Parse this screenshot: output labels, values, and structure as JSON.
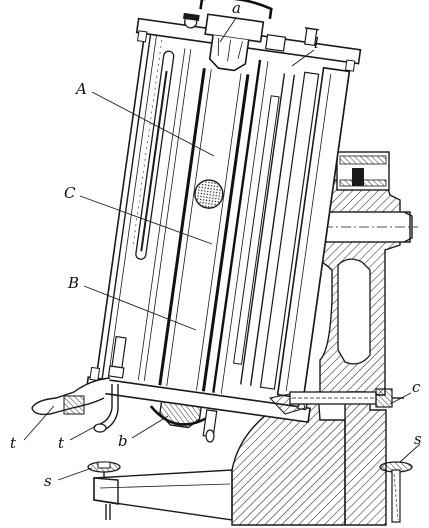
{
  "labels": {
    "a": "a",
    "l": "l",
    "A": "A",
    "C": "C",
    "B": "B",
    "c": "c",
    "t1": "t",
    "t2": "t",
    "b": "b",
    "s1": "s",
    "s2": "s"
  },
  "colors": {
    "ink": "#1a1a1a",
    "background": "#ffffff"
  }
}
